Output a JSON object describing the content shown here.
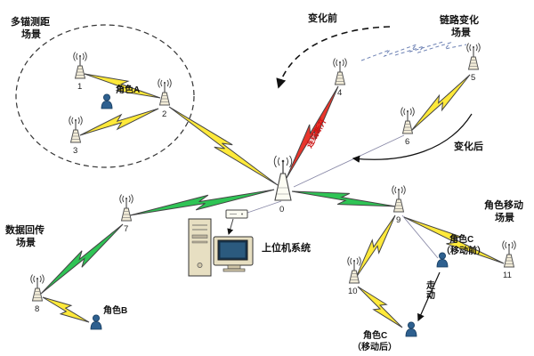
{
  "scene_labels": {
    "multi_anchor_line1": "多锚测距",
    "multi_anchor_line2": "场景",
    "link_change_line1": "链路变化",
    "link_change_line2": "场景",
    "data_return_line1": "数据回传",
    "data_return_line2": "场景",
    "role_move_line1": "角色移动",
    "role_move_line2": "场景"
  },
  "annotations": {
    "before_change": "变化前",
    "after_change": "变化后",
    "link_broken": "连线断开",
    "walk": "走动",
    "host_system": "上位机系统"
  },
  "roles": {
    "a": "角色A",
    "b": "角色B",
    "c_pre_line1": "角色C",
    "c_pre_line2": "（移动前）",
    "c_post_line1": "角色C",
    "c_post_line2": "（移动后）"
  },
  "nodes": {
    "n0": {
      "label": "0"
    },
    "n1": {
      "label": "1"
    },
    "n2": {
      "label": "2"
    },
    "n3": {
      "label": "3"
    },
    "n4": {
      "label": "4"
    },
    "n5": {
      "label": "5"
    },
    "n6": {
      "label": "6"
    },
    "n7": {
      "label": "7"
    },
    "n8": {
      "label": "8"
    },
    "n9": {
      "label": "9"
    },
    "n10": {
      "label": "10"
    },
    "n11": {
      "label": "11"
    }
  },
  "links": [
    {
      "from": "1",
      "to": "2",
      "type": "yellow-bolt"
    },
    {
      "from": "3",
      "to": "2",
      "type": "yellow-bolt"
    },
    {
      "from": "2",
      "to": "0",
      "type": "yellow-bolt"
    },
    {
      "from": "4",
      "to": "0",
      "type": "red-bolt-broken"
    },
    {
      "from": "4",
      "to": "5",
      "type": "dashed-sketch-new-link"
    },
    {
      "from": "5",
      "to": "6",
      "type": "yellow-bolt"
    },
    {
      "from": "6",
      "to": "0",
      "type": "line"
    },
    {
      "from": "0",
      "to": "9",
      "type": "green-bolt"
    },
    {
      "from": "7",
      "to": "0",
      "type": "green-bolt"
    },
    {
      "from": "7",
      "to": "8",
      "type": "green-bolt"
    },
    {
      "from": "8",
      "to": "role-b",
      "type": "yellow-bolt"
    },
    {
      "from": "9",
      "to": "10",
      "type": "yellow-bolt"
    },
    {
      "from": "9",
      "to": "11",
      "type": "yellow-bolt"
    },
    {
      "from": "10",
      "to": "role-c-post",
      "type": "yellow-bolt"
    },
    {
      "from": "9",
      "to": "role-c-pre",
      "type": "line"
    },
    {
      "from": "0",
      "to": "host-computer",
      "type": "wire"
    }
  ],
  "colors": {
    "bolt_yellow": "#ffe93a",
    "bolt_green": "#2fc455",
    "bolt_red": "#e8352b",
    "person": "#2e608f",
    "beige": "#e7dfc2"
  }
}
